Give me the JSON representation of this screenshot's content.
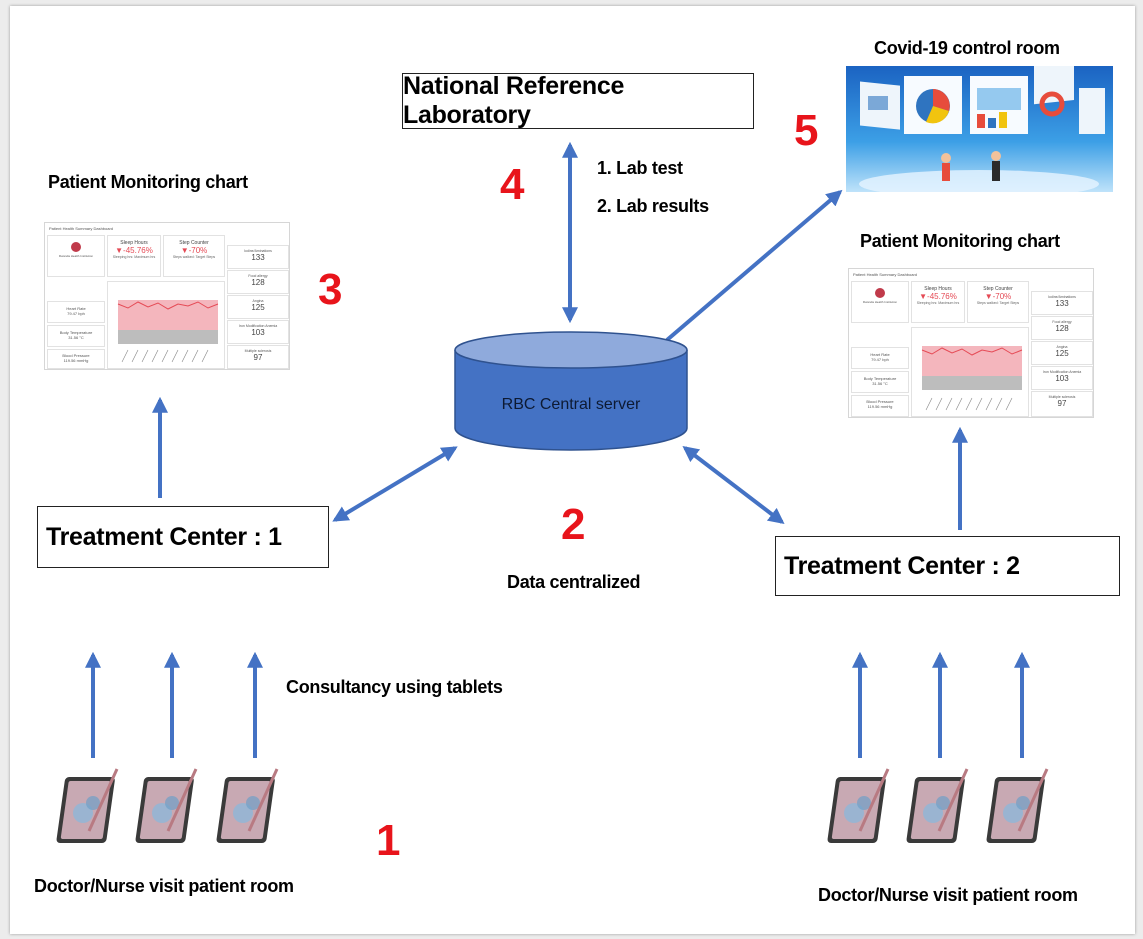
{
  "nodes": {
    "national_lab": "National Reference Laboratory",
    "rbc_server": "RBC Central server",
    "treatment_center_1": "Treatment Center : 1",
    "treatment_center_2": "Treatment Center : 2",
    "covid_control_room": "Covid-19 control room"
  },
  "labels": {
    "patient_chart_left": "Patient Monitoring chart",
    "patient_chart_right": "Patient Monitoring chart",
    "data_centralized": "Data centralized",
    "consultancy": "Consultancy using tablets",
    "doctor_visit_left": "Doctor/Nurse visit patient room",
    "doctor_visit_right": "Doctor/Nurse visit patient room"
  },
  "lab_steps": [
    "1.  Lab test",
    "2.  Lab results"
  ],
  "step_numbers": {
    "one": "1",
    "two": "2",
    "three": "3",
    "four": "4",
    "five": "5"
  },
  "dashboard": {
    "title": "Patient Health Summary Dashboard",
    "hospital": "Rwanda Health Institution",
    "sleep_label": "Sleep Hours",
    "sleep_value": "▼-45.76%",
    "sleep_sub": "Sleeping hrs: Maximum hrs",
    "step_label": "Step Counter",
    "step_value": "▼-70%",
    "step_sub": "Steps walked: Target Steps",
    "heart_label": "Heart Rate",
    "heart_value": "79.47 bph",
    "temp_label": "Body Temperature",
    "temp_value": "31.56 °C",
    "bp_label": "Blood Pressure",
    "bp_value": "119.56 mmHg",
    "side_items": [
      {
        "label": "Iodine/Aminations",
        "value": "133"
      },
      {
        "label": "Food allergy",
        "value": "128"
      },
      {
        "label": "Angina",
        "value": "125"
      },
      {
        "label": "Iron Modification Anemia",
        "value": "103"
      },
      {
        "label": "Multiple sclerosis",
        "value": "97"
      }
    ]
  },
  "colors": {
    "arrow": "#4472c4",
    "step_number": "#e8141b",
    "server_fill": "#4472c4",
    "server_top": "#8faadc"
  }
}
